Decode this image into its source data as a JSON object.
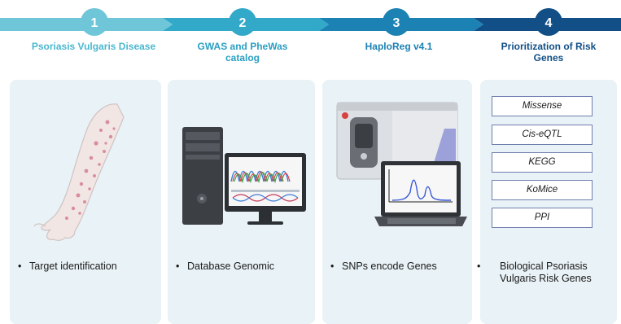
{
  "colors": {
    "step1": "#6fc6d9",
    "step2": "#32a9c9",
    "step3": "#1c82b4",
    "step4": "#114f86",
    "panel_bg": "#e9f2f6",
    "box_border": "#6f7fb0"
  },
  "steps": [
    {
      "number": "1",
      "title": "Psoriasis Vulgaris Disease",
      "bullet": "Target identification",
      "icon": "arm-lesions-icon"
    },
    {
      "number": "2",
      "title": "GWAS and PheWas catalog",
      "bullet": "Database Genomic",
      "icon": "desktop-computer-icon"
    },
    {
      "number": "3",
      "title": "HaploReg v4.1",
      "bullet": "SNPs encode Genes",
      "icon": "sequencer-laptop-icon"
    },
    {
      "number": "4",
      "title": "Prioritization of Risk Genes",
      "bullet": "Biological Psoriasis Vulgaris Risk Genes",
      "icon": "gene-list-icon"
    }
  ],
  "risk_gene_methods": [
    "Missense",
    "Cis-eQTL",
    "KEGG",
    "KoMice",
    "PPI"
  ]
}
